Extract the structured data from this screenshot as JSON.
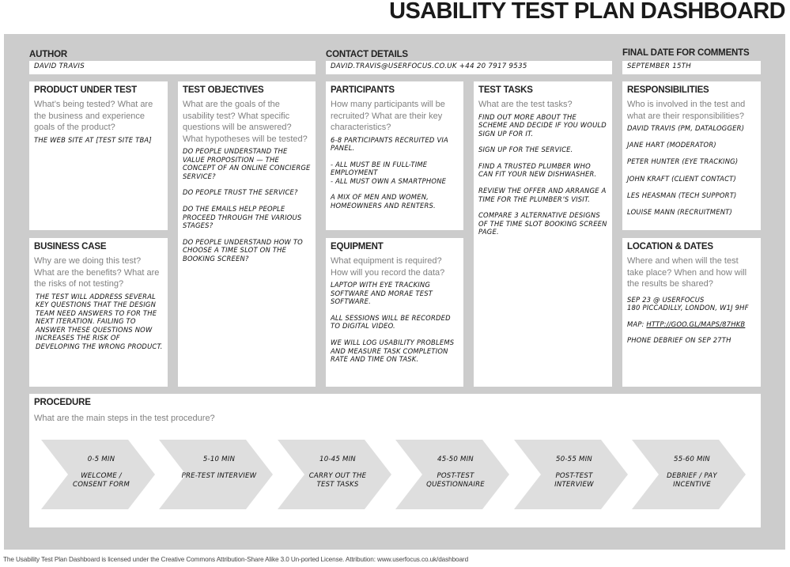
{
  "title": "USABILITY TEST PLAN DASHBOARD",
  "header_fields": {
    "author": {
      "label": "AUTHOR",
      "value": "DAVID TRAVIS"
    },
    "contact": {
      "label": "CONTACT DETAILS",
      "value": "DAVID.TRAVIS@USERFOCUS.CO.UK  +44 20 7917 9535"
    },
    "final_date": {
      "label": "FINAL DATE FOR COMMENTS",
      "value": "SEPTEMBER 15TH"
    }
  },
  "panels": {
    "product": {
      "heading": "PRODUCT UNDER TEST",
      "question": "What’s being tested? What are the business and experience goals of the product?",
      "answers": [
        "THE WEB SITE AT [TEST SITE TBA]"
      ]
    },
    "business_case": {
      "heading": "BUSINESS CASE",
      "question": "Why are we doing this test? What are the benefits? What are the risks of not testing?",
      "answers": [
        "THE TEST WILL ADDRESS SEVERAL KEY QUESTIONS THAT THE DESIGN TEAM NEED ANSWERS TO FOR THE NEXT ITERATION. FAILING TO ANSWER THESE QUESTIONS NOW INCREASES THE RISK OF DEVELOPING THE WRONG PRODUCT."
      ]
    },
    "objectives": {
      "heading": "TEST OBJECTIVES",
      "question": "What are the goals of the usability test? What specific questions will be answered? What hypotheses will be tested?",
      "answers": [
        "DO PEOPLE UNDERSTAND THE VALUE PROPOSITION — THE CONCEPT OF AN ONLINE CONCIERGE SERVICE?",
        "DO PEOPLE TRUST THE SERVICE?",
        "DO THE EMAILS HELP PEOPLE PROCEED THROUGH THE VARIOUS STAGES?",
        "DO PEOPLE UNDERSTAND HOW TO CHOOSE A TIME SLOT ON THE BOOKING SCREEN?"
      ]
    },
    "participants": {
      "heading": "PARTICIPANTS",
      "question": "How many participants will be recruited? What are their key characteristics?",
      "answers": [
        "6-8 PARTICIPANTS RECRUITED VIA PANEL.",
        "- ALL MUST BE IN FULL-TIME EMPLOYMENT\n- ALL MUST OWN A SMARTPHONE",
        "A MIX OF MEN AND WOMEN, HOMEOWNERS AND RENTERS."
      ]
    },
    "equipment": {
      "heading": "EQUIPMENT",
      "question": "What equipment is required? How will you record the data?",
      "answers": [
        "LAPTOP WITH EYE TRACKING SOFTWARE AND MORAE TEST SOFTWARE.",
        "ALL SESSIONS WILL BE RECORDED TO DIGITAL VIDEO.",
        "WE WILL LOG USABILITY PROBLEMS AND MEASURE TASK COMPLETION RATE AND TIME ON TASK."
      ]
    },
    "tasks": {
      "heading": "TEST TASKS",
      "question": "What are the test tasks?",
      "answers": [
        "FIND OUT MORE ABOUT THE SCHEME AND DECIDE IF YOU WOULD SIGN UP FOR IT.",
        "SIGN UP FOR THE SERVICE.",
        "FIND A TRUSTED PLUMBER WHO CAN FIT YOUR NEW DISHWASHER.",
        "REVIEW THE OFFER AND ARRANGE A TIME FOR THE PLUMBER’S VISIT.",
        "COMPARE 3 ALTERNATIVE DESIGNS OF THE TIME SLOT BOOKING SCREEN PAGE."
      ]
    },
    "responsibilities": {
      "heading": "RESPONSIBILITIES",
      "question": "Who is involved in the test and what are their responsibilities?",
      "answers": [
        "DAVID TRAVIS (PM, DATALOGGER)",
        "JANE HART (MODERATOR)",
        "PETER HUNTER (EYE TRACKING)",
        "JOHN KRAFT (CLIENT CONTACT)",
        "LES HEASMAN (TECH SUPPORT)",
        "LOUISE MANN (RECRUITMENT)"
      ]
    },
    "location": {
      "heading": "LOCATION & DATES",
      "question": "Where and when will the test take place? When and how will the results be shared?",
      "answers": [
        "SEP 23 @ USERFOCUS\n180 PICCADILLY, LONDON, W1J 9HF",
        "PHONE DEBRIEF ON SEP 27TH"
      ],
      "map_label": "MAP: ",
      "map_link": "HTTP://GOO.GL/MAPS/87HKB"
    }
  },
  "procedure": {
    "heading": "PROCEDURE",
    "question": "What are the main steps in the test procedure?",
    "steps": [
      {
        "time": "0-5 MIN",
        "label": "WELCOME / CONSENT FORM"
      },
      {
        "time": "5-10 MIN",
        "label": "PRE-TEST INTERVIEW"
      },
      {
        "time": "10-45 MIN",
        "label": "CARRY OUT THE TEST TASKS"
      },
      {
        "time": "45-50 MIN",
        "label": "POST-TEST QUESTIONNAIRE"
      },
      {
        "time": "50-55 MIN",
        "label": "POST-TEST INTERVIEW"
      },
      {
        "time": "55-60 MIN",
        "label": "DEBRIEF / PAY INCENTIVE"
      }
    ]
  },
  "footer": "The Usability Test Plan Dashboard is licensed under the Creative Commons Attribution-Share Alike 3.0 Un-ported License. Attribution: www.userfocus.co.uk/dashboard",
  "colors": {
    "background": "#cccccc",
    "panel": "#ffffff",
    "chevron": "#dedede",
    "question_text": "#808080"
  }
}
